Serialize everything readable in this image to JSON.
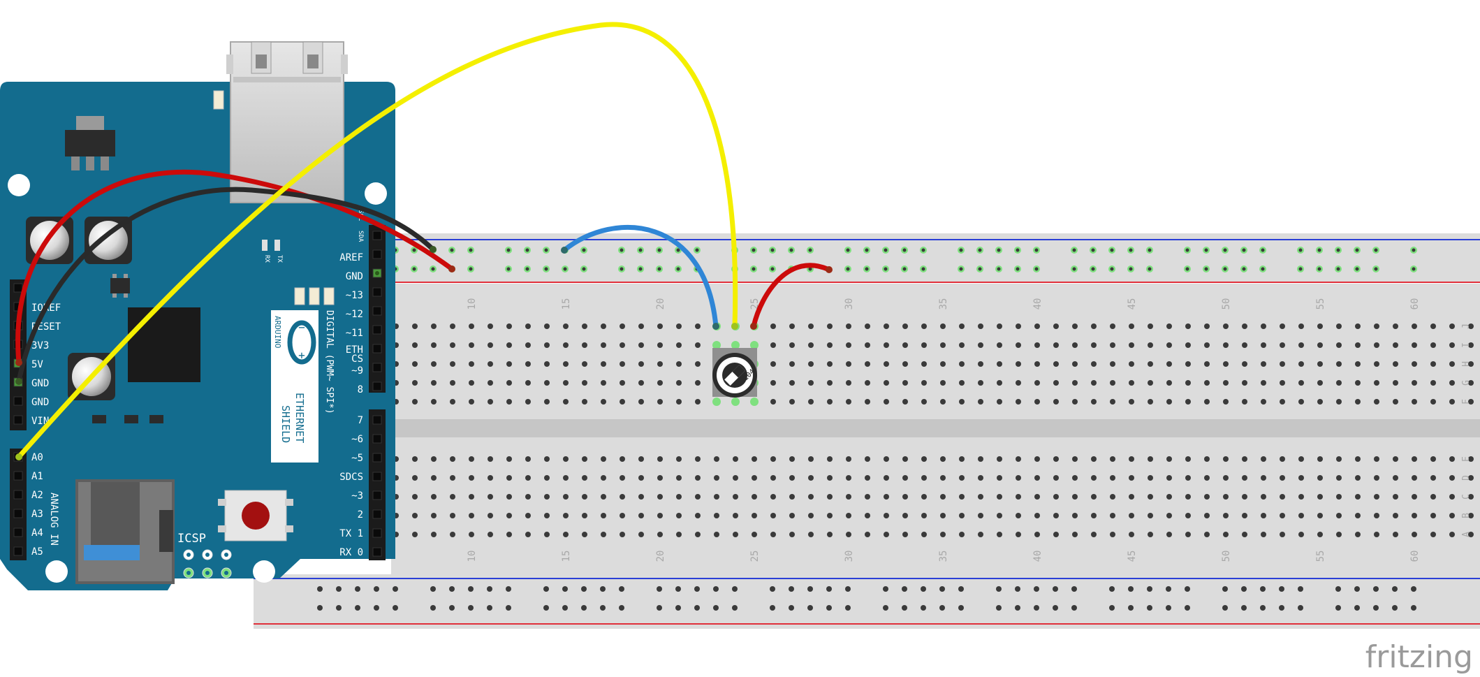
{
  "brand": {
    "logo_text": "fritzing"
  },
  "colors": {
    "board": "#136c8e",
    "board_dark": "#0e5574",
    "breadboard": "#dcdcdc",
    "breadboard_gap": "#c8c8c8",
    "rail_blue": "#2a3fd6",
    "rail_red": "#e0303a",
    "wire_red": "#cc0a0a",
    "wire_black": "#2a2a2a",
    "wire_yellow": "#f4ef00",
    "wire_blue": "#2f86d6",
    "pin_green": "#7fe07f"
  },
  "board": {
    "name_line1": "ETHERNET",
    "name_line2": "SHIELD",
    "logo_text": "ARDUINO",
    "icsp": "ICSP",
    "analog_in": "ANALOG IN",
    "digital_header": "DIGITAL (PWM~ SPI*)",
    "sda": "SDA",
    "scl": "SCL",
    "rx_led": "RX",
    "tx_led": "TX",
    "power_pins": [
      "IOREF",
      "RESET",
      "3V3",
      "5V",
      "GND",
      "GND",
      "VIN"
    ],
    "analog_pins": [
      "A0",
      "A1",
      "A2",
      "A3",
      "A4",
      "A5"
    ],
    "digital_pins_top": [
      "AREF",
      "GND",
      "~13",
      "~12",
      "~11",
      "ETH CS",
      "~9",
      "8"
    ],
    "digital_pins_bottom": [
      "7",
      "~6",
      "~5",
      "SDCS",
      "~3",
      "2",
      "TX 1",
      "RX 0"
    ]
  },
  "breadboard": {
    "column_numbers": [
      "10",
      "15",
      "20",
      "25",
      "30",
      "35",
      "40",
      "45",
      "50",
      "55",
      "60"
    ],
    "rows_top": [
      "J",
      "I",
      "H",
      "G",
      "F"
    ],
    "rows_bottom": [
      "E",
      "D",
      "C",
      "B",
      "A"
    ]
  },
  "component": {
    "name": "potentiometer",
    "marking": "104"
  }
}
